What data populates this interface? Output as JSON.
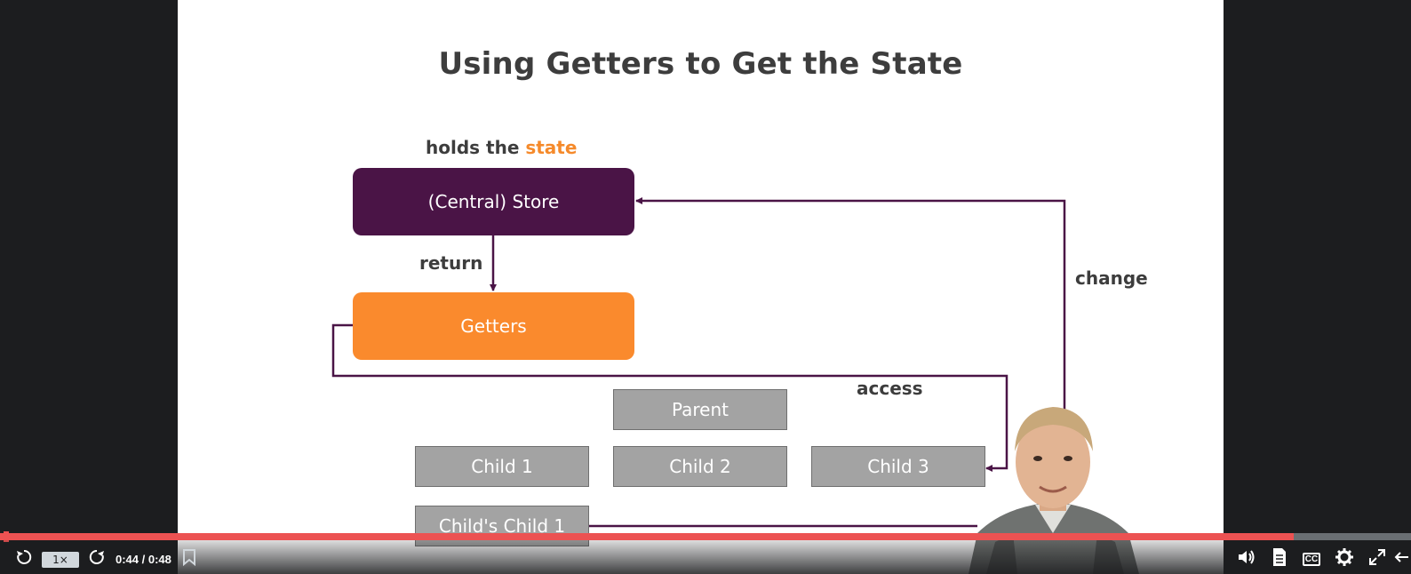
{
  "slide": {
    "title": "Using Getters to Get the State",
    "holds_label": "holds the ",
    "holds_state_word": "state",
    "return_label": "return",
    "change_label": "change",
    "access_label": "access",
    "store_label": "(Central) Store",
    "getters_label": "Getters",
    "parent_label": "Parent",
    "child1_label": "Child 1",
    "child2_label": "Child 2",
    "child3_label": "Child 3",
    "childs_child_label": "Child's Child 1",
    "colors": {
      "store": "#4a1446",
      "getters": "#fa8a2d",
      "component": "#a3a3a3",
      "accent_word": "#f58a2b"
    }
  },
  "player": {
    "speed_label": "1×",
    "time_label": "0:44 / 0:48",
    "progress_fraction": 0.9167,
    "captions_label": "CC",
    "icons": [
      "rewind-icon",
      "forward-icon",
      "bookmark-icon",
      "volume-icon",
      "transcript-icon",
      "captions-icon",
      "settings-icon",
      "fullscreen-icon",
      "expand-icon"
    ]
  }
}
